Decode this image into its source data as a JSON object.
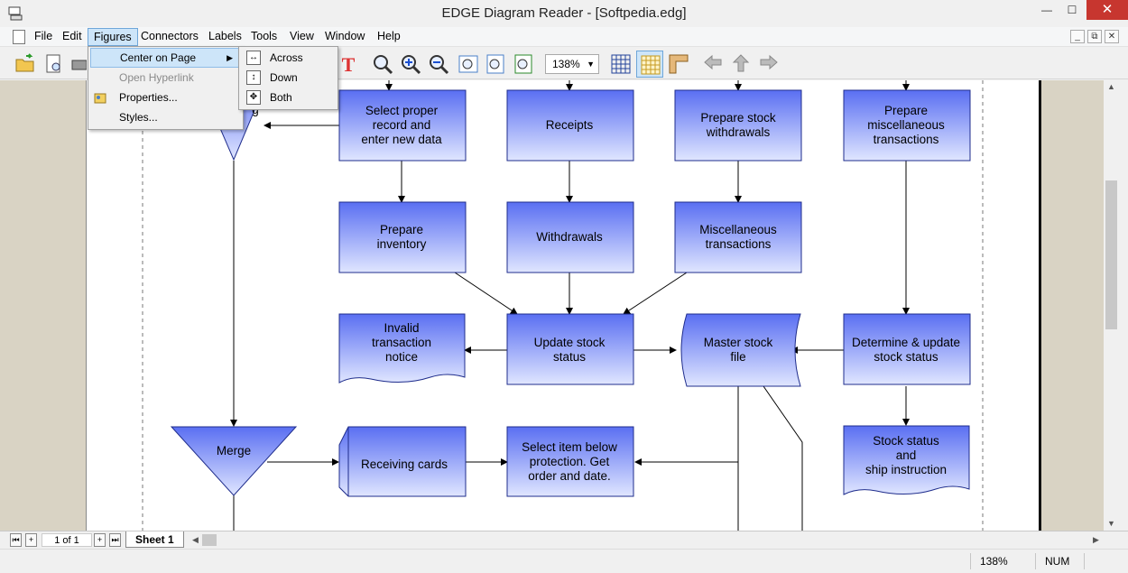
{
  "window": {
    "title": "EDGE Diagram Reader - [Softpedia.edg]",
    "minimize_glyph": "—",
    "maximize_glyph": "☐",
    "close_glyph": "✕"
  },
  "menu": {
    "items": [
      "File",
      "Edit",
      "Figures",
      "Connectors",
      "Labels",
      "Tools",
      "View",
      "Window",
      "Help"
    ],
    "active": "Figures"
  },
  "mdi_buttons": [
    "_",
    "⧉",
    "✕"
  ],
  "toolbar": {
    "zoom_value": "138%",
    "icons": [
      "open-folder-icon",
      "print-preview-icon",
      "print-icon",
      "text-icon",
      "zoom-icon",
      "zoom-in-icon",
      "zoom-out-icon",
      "zoom-fit-icon",
      "zoom-page-icon",
      "zoom-width-icon",
      "grid-icon",
      "snap-grid-icon",
      "ruler-icon",
      "back-icon",
      "up-icon",
      "forward-icon"
    ]
  },
  "figures_menu": {
    "items": [
      {
        "label": "Center on Page",
        "submenu": true,
        "highlighted": true,
        "disabled": false
      },
      {
        "label": "Open Hyperlink",
        "submenu": false,
        "highlighted": false,
        "disabled": true
      },
      {
        "label": "Properties...",
        "submenu": false,
        "highlighted": false,
        "disabled": false
      },
      {
        "label": "Styles...",
        "submenu": false,
        "highlighted": false,
        "disabled": false
      }
    ]
  },
  "center_submenu": {
    "items": [
      "Across",
      "Down",
      "Both"
    ]
  },
  "diagram": {
    "nodes": {
      "select_record": [
        "Select proper",
        "record and",
        "enter new data"
      ],
      "receipts": [
        "Receipts"
      ],
      "prepare_withdrawals": [
        "Prepare stock",
        "withdrawals"
      ],
      "prepare_misc": [
        "Prepare",
        "miscellaneous",
        "transactions"
      ],
      "prepare_inventory": [
        "Prepare",
        "inventory"
      ],
      "withdrawals": [
        "Withdrawals"
      ],
      "misc_transactions": [
        "Miscellaneous",
        "transactions"
      ],
      "invalid_notice": [
        "Invalid",
        "transaction",
        "notice"
      ],
      "update_stock": [
        "Update stock",
        "status"
      ],
      "master_file": [
        "Master stock",
        "file"
      ],
      "determine_update": [
        "Determine & update",
        "stock status"
      ],
      "stock_status_ship": [
        "Stock status",
        "and",
        "ship instruction"
      ],
      "merge": [
        "Merge"
      ],
      "receiving_cards": [
        "Receiving cards"
      ],
      "select_item": [
        "Select item below",
        "protection.  Get",
        "order and date."
      ],
      "top_partial_label": "g"
    },
    "colors": {
      "fill_top": "#5a6ff2",
      "fill_bottom": "#e0e6ff",
      "stroke": "#1f2d8c"
    }
  },
  "sheets": {
    "page_indicator": "1 of 1",
    "active_sheet": "Sheet 1",
    "nav": [
      "⏮",
      "+",
      "+",
      "⏭"
    ]
  },
  "status": {
    "zoom": "138%",
    "num": "NUM"
  }
}
